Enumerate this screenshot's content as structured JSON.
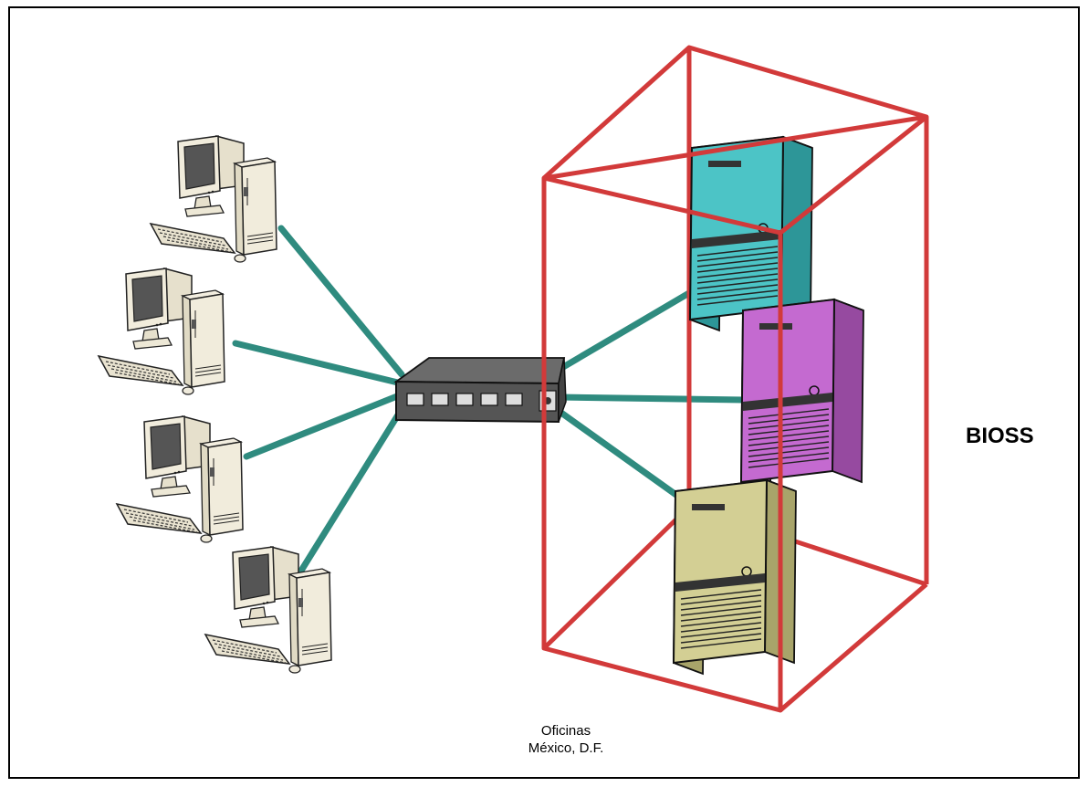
{
  "diagram": {
    "side_label": "BIOSS",
    "caption": {
      "line1": "Oficinas",
      "line2": "México, D.F."
    },
    "colors": {
      "cable": "#2f8b7f",
      "enclosure": "#d23a3a",
      "switch": "#555555",
      "workstation": "#efeadb",
      "server_1": "#4cc4c6",
      "server_2": "#c46ad0",
      "server_3": "#d3cf94"
    },
    "icons": [
      "workstation-icon",
      "network-switch-icon",
      "server-tower-icon"
    ]
  }
}
